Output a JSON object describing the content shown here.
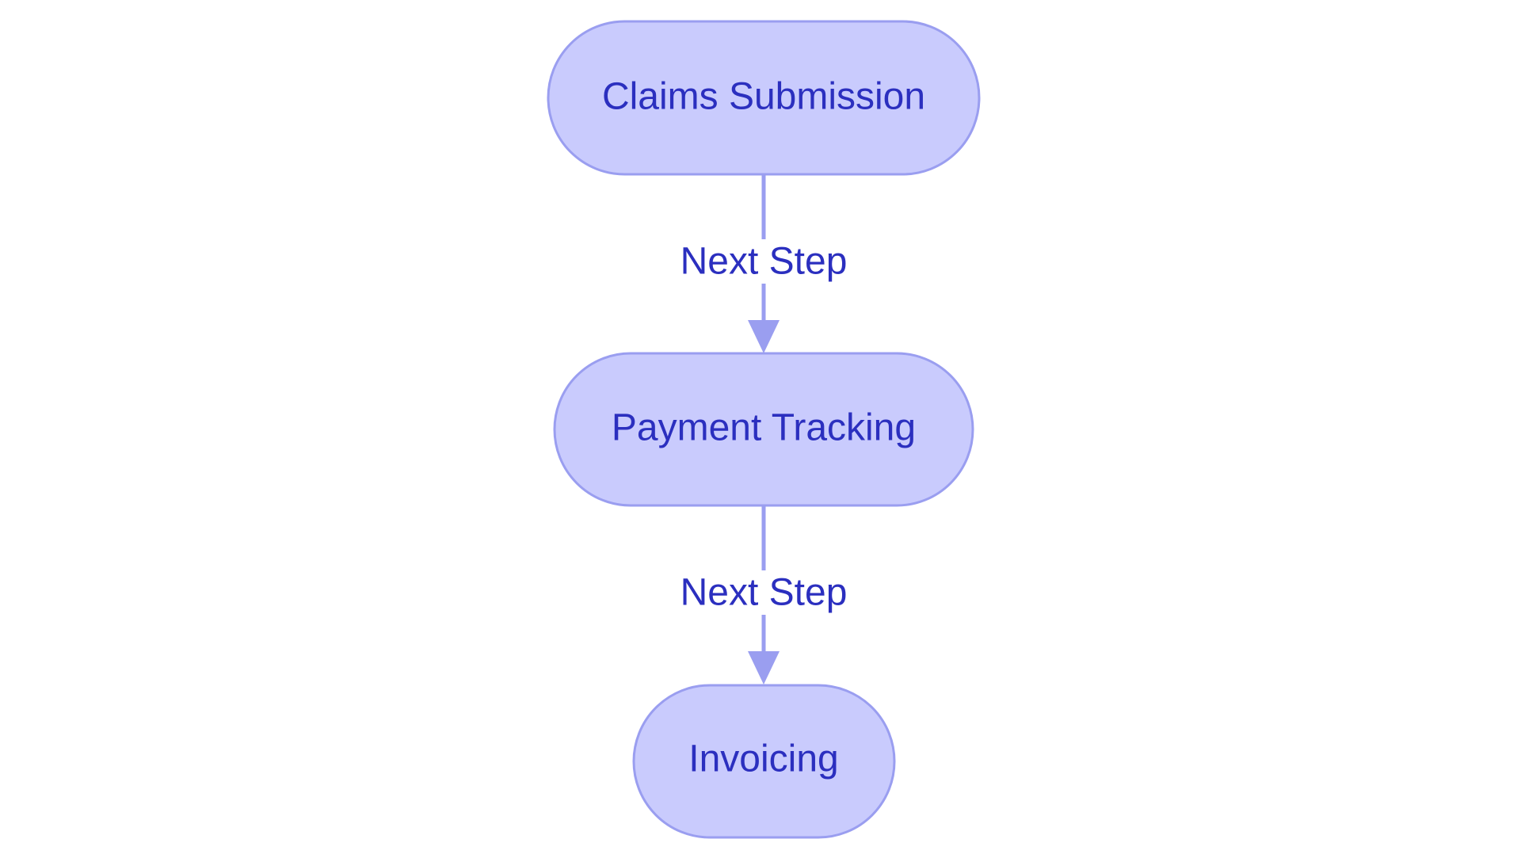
{
  "diagram": {
    "type": "flowchart",
    "direction": "top-down",
    "colors": {
      "node_fill": "#c9cbfd",
      "node_stroke": "#9a9ef0",
      "edge": "#9a9ef0",
      "text": "#2b2fbf",
      "background": "#ffffff"
    },
    "nodes": [
      {
        "id": "claims",
        "label": "Claims Submission",
        "shape": "stadium"
      },
      {
        "id": "payment",
        "label": "Payment Tracking",
        "shape": "stadium"
      },
      {
        "id": "invoicing",
        "label": "Invoicing",
        "shape": "stadium"
      }
    ],
    "edges": [
      {
        "from": "claims",
        "to": "payment",
        "label": "Next Step"
      },
      {
        "from": "payment",
        "to": "invoicing",
        "label": "Next Step"
      }
    ]
  }
}
